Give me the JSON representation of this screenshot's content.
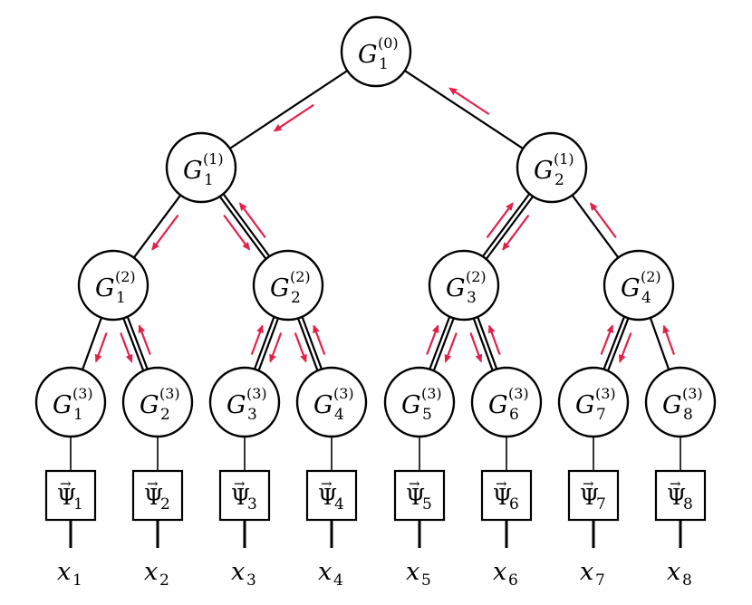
{
  "colors": {
    "arrow": "#e0224a",
    "line": "#000000",
    "background": "#ffffff"
  },
  "nodes": [
    {
      "id": "n0",
      "label": {
        "base": "G",
        "sub": "1",
        "sup": "(0)"
      }
    },
    {
      "id": "n1a",
      "label": {
        "base": "G",
        "sub": "1",
        "sup": "(1)"
      }
    },
    {
      "id": "n1b",
      "label": {
        "base": "G",
        "sub": "2",
        "sup": "(1)"
      }
    },
    {
      "id": "n2a",
      "label": {
        "base": "G",
        "sub": "1",
        "sup": "(2)"
      }
    },
    {
      "id": "n2b",
      "label": {
        "base": "G",
        "sub": "2",
        "sup": "(2)"
      }
    },
    {
      "id": "n2c",
      "label": {
        "base": "G",
        "sub": "3",
        "sup": "(2)"
      }
    },
    {
      "id": "n2d",
      "label": {
        "base": "G",
        "sub": "4",
        "sup": "(2)"
      }
    },
    {
      "id": "n3a",
      "label": {
        "base": "G",
        "sub": "1",
        "sup": "(3)"
      }
    },
    {
      "id": "n3b",
      "label": {
        "base": "G",
        "sub": "2",
        "sup": "(3)"
      }
    },
    {
      "id": "n3c",
      "label": {
        "base": "G",
        "sub": "3",
        "sup": "(3)"
      }
    },
    {
      "id": "n3d",
      "label": {
        "base": "G",
        "sub": "4",
        "sup": "(3)"
      }
    },
    {
      "id": "n3e",
      "label": {
        "base": "G",
        "sub": "5",
        "sup": "(3)"
      }
    },
    {
      "id": "n3f",
      "label": {
        "base": "G",
        "sub": "6",
        "sup": "(3)"
      }
    },
    {
      "id": "n3g",
      "label": {
        "base": "G",
        "sub": "7",
        "sup": "(3)"
      }
    },
    {
      "id": "n3h",
      "label": {
        "base": "G",
        "sub": "8",
        "sup": "(3)"
      }
    }
  ],
  "edges": [
    {
      "from": "n0",
      "to": "n1a",
      "width": 2,
      "arrows": [
        "down"
      ]
    },
    {
      "from": "n0",
      "to": "n1b",
      "width": 2,
      "arrows": [
        "up"
      ]
    },
    {
      "from": "n1a",
      "to": "n2a",
      "width": 2,
      "arrows": [
        "down"
      ]
    },
    {
      "from": "n1a",
      "to": "n2b",
      "width": 3,
      "arrows": [
        "up",
        "down"
      ]
    },
    {
      "from": "n1b",
      "to": "n2c",
      "width": 3,
      "arrows": [
        "up",
        "down"
      ]
    },
    {
      "from": "n1b",
      "to": "n2d",
      "width": 2,
      "arrows": [
        "up"
      ]
    },
    {
      "from": "n2a",
      "to": "n3a",
      "width": 2,
      "arrows": [
        "down"
      ]
    },
    {
      "from": "n2a",
      "to": "n3b",
      "width": 3,
      "arrows": [
        "up",
        "down"
      ]
    },
    {
      "from": "n2b",
      "to": "n3c",
      "width": 3,
      "arrows": [
        "up",
        "down"
      ]
    },
    {
      "from": "n2b",
      "to": "n3d",
      "width": 3,
      "arrows": [
        "up",
        "down"
      ]
    },
    {
      "from": "n2c",
      "to": "n3e",
      "width": 3,
      "arrows": [
        "up",
        "down"
      ]
    },
    {
      "from": "n2c",
      "to": "n3f",
      "width": 3,
      "arrows": [
        "up",
        "down"
      ]
    },
    {
      "from": "n2d",
      "to": "n3g",
      "width": 3,
      "arrows": [
        "up",
        "down"
      ]
    },
    {
      "from": "n2d",
      "to": "n3h",
      "width": 2,
      "arrows": [
        "up"
      ]
    }
  ],
  "leaves": [
    {
      "psi": {
        "base": "Ψ",
        "vec": "→",
        "sub": "1"
      },
      "x": {
        "base": "x",
        "sub": "1"
      }
    },
    {
      "psi": {
        "base": "Ψ",
        "vec": "→",
        "sub": "2"
      },
      "x": {
        "base": "x",
        "sub": "2"
      }
    },
    {
      "psi": {
        "base": "Ψ",
        "vec": "→",
        "sub": "3"
      },
      "x": {
        "base": "x",
        "sub": "3"
      }
    },
    {
      "psi": {
        "base": "Ψ",
        "vec": "→",
        "sub": "4"
      },
      "x": {
        "base": "x",
        "sub": "4"
      }
    },
    {
      "psi": {
        "base": "Ψ",
        "vec": "→",
        "sub": "5"
      },
      "x": {
        "base": "x",
        "sub": "5"
      }
    },
    {
      "psi": {
        "base": "Ψ",
        "vec": "→",
        "sub": "6"
      },
      "x": {
        "base": "x",
        "sub": "6"
      }
    },
    {
      "psi": {
        "base": "Ψ",
        "vec": "→",
        "sub": "7"
      },
      "x": {
        "base": "x",
        "sub": "7"
      }
    },
    {
      "psi": {
        "base": "Ψ",
        "vec": "→",
        "sub": "8"
      },
      "x": {
        "base": "x",
        "sub": "8"
      }
    }
  ]
}
